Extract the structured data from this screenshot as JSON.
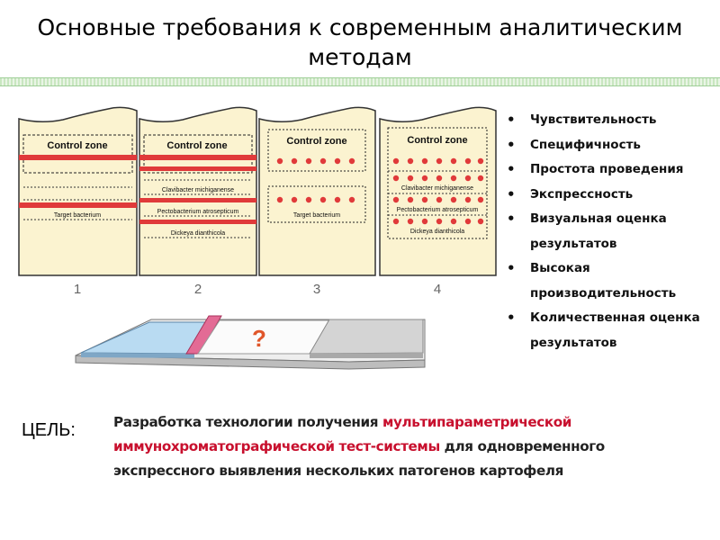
{
  "slide": {
    "title_line1": "Основные требования к современным аналитическим",
    "title_line2": "методам"
  },
  "strips": [
    {
      "number": "1",
      "control_label": "Control zone",
      "labels": [
        "Target bacterium"
      ]
    },
    {
      "number": "2",
      "control_label": "Control zone",
      "labels": [
        "Clavibacter michiganense",
        "Pectobacterium atrosepticum",
        "Dickeya dianthicola"
      ]
    },
    {
      "number": "3",
      "control_label": "Control zone",
      "labels": [
        "Target bacterium"
      ]
    },
    {
      "number": "4",
      "control_label": "Control zone",
      "labels": [
        "Clavibacter michiganense",
        "Pectobacterium atrosepticum",
        "Dickeya dianthicola"
      ]
    }
  ],
  "test_strip": {
    "mark": "?"
  },
  "requirements": [
    "Чувствительность",
    "Специфичность",
    "Простота проведения",
    "Экспрессность",
    "Визуальная оценка результатов",
    "Высокая производительность",
    "Количественная оценка результатов"
  ],
  "goal": {
    "label": "ЦЕЛЬ:",
    "text_start": "Разработка технологии получения ",
    "text_highlight": "мультипараметрической иммунохроматографической тест-системы",
    "text_end": " для одновременного экспрессного выявления нескольких патогенов картофеля"
  },
  "colors": {
    "strip_fill": "#fbf3d0",
    "line_red": "#e03a3a",
    "highlight": "#c8102e",
    "title_bar": "#c8e6c0"
  }
}
